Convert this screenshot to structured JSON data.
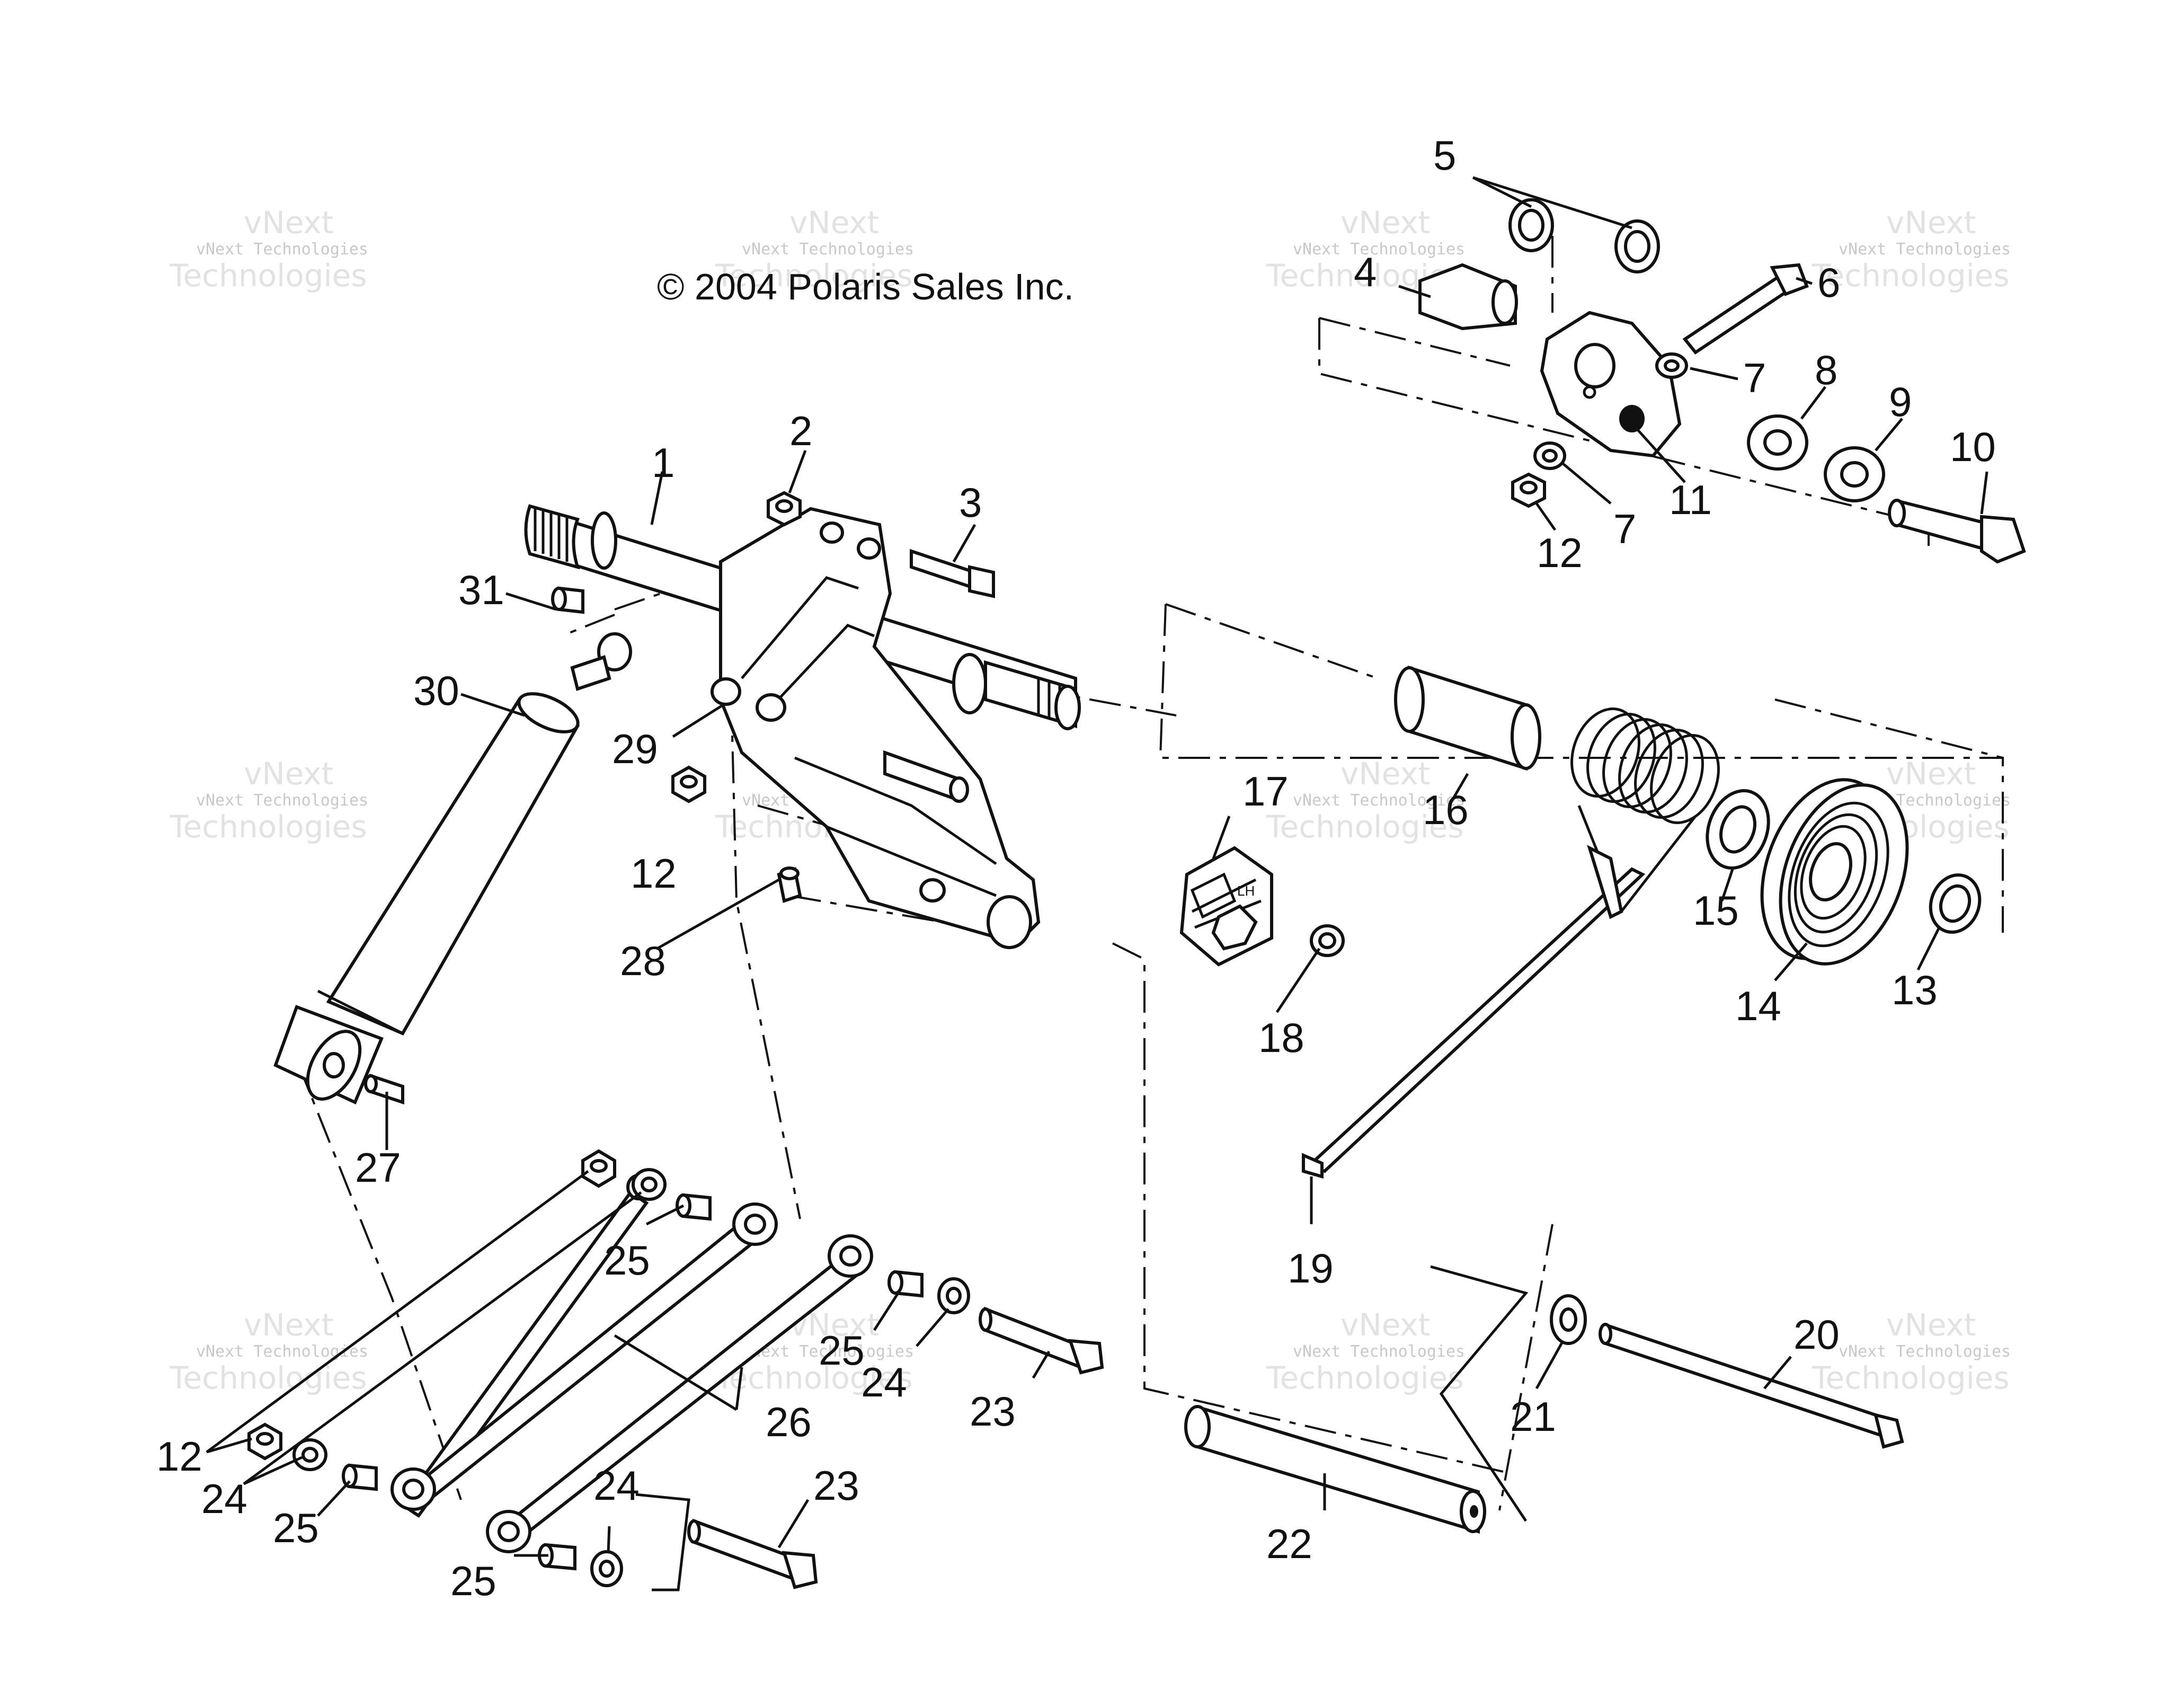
{
  "copyright": "© 2004 Polaris Sales Inc.",
  "watermark": {
    "line1": "vNext Technologies",
    "line2": "Technologies",
    "line3": "vNext"
  },
  "callouts": {
    "c1": "1",
    "c2": "2",
    "c3": "3",
    "c4": "4",
    "c5": "5",
    "c6": "6",
    "c7a": "7",
    "c7b": "7",
    "c8": "8",
    "c9": "9",
    "c10": "10",
    "c11": "11",
    "c12a": "12",
    "c12b": "12",
    "c12c": "12",
    "c13": "13",
    "c14": "14",
    "c15": "15",
    "c16": "16",
    "c17": "17",
    "c18": "18",
    "c19": "19",
    "c20": "20",
    "c21": "21",
    "c22": "22",
    "c23a": "23",
    "c23b": "23",
    "c24a": "24",
    "c24b": "24",
    "c24c": "24",
    "c25a": "25",
    "c25b": "25",
    "c25c": "25",
    "c25d": "25",
    "c26": "26",
    "c27": "27",
    "c28": "28",
    "c29": "29",
    "c30": "30",
    "c31": "31"
  },
  "part17_mark": "LH"
}
